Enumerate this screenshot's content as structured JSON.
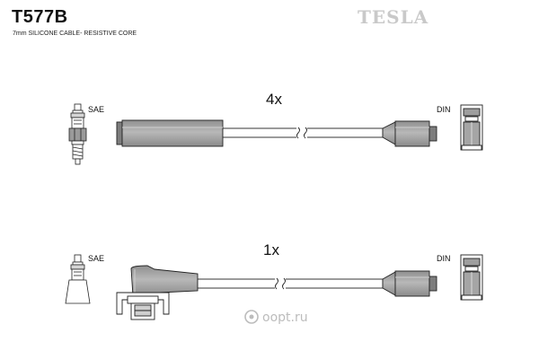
{
  "header": {
    "part_number": "T577B",
    "subtitle": "7mm SILICONE CABLE- RESISTIVE CORE",
    "brand": "TESLA"
  },
  "lead_top": {
    "quantity": "4x",
    "left_connector": "SAE",
    "right_connector": "DIN"
  },
  "lead_bottom": {
    "quantity": "1x",
    "left_connector": "SAE",
    "right_connector": "DIN"
  },
  "watermark": {
    "text": "oopt.ru"
  },
  "colors": {
    "boot_fill": "#a9a9a9",
    "cable_fill": "#ffffff",
    "outline": "#222222",
    "brand_gray": "#c9c9c9"
  }
}
